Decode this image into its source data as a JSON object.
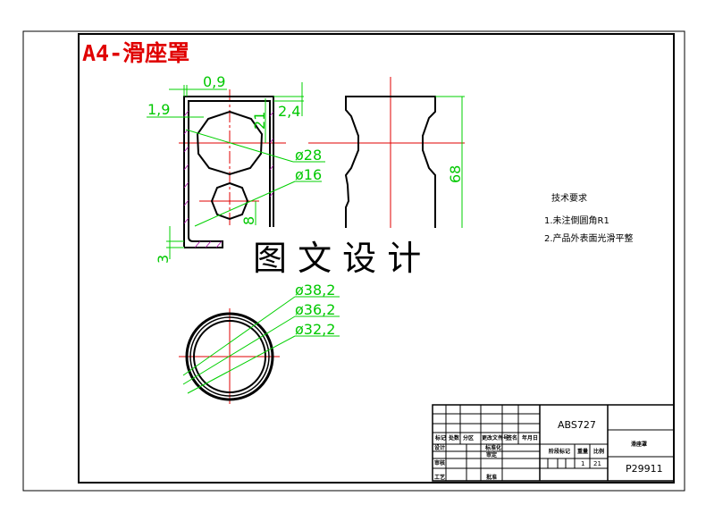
{
  "title": "A4-滑座罩",
  "watermark": "图 文 设 计",
  "dimensions": {
    "d1": "0,9",
    "d2": "1,9",
    "d3": "2,4",
    "d4": "21",
    "d5": "ø28",
    "d6": "ø16",
    "d7": "8",
    "d8": "3",
    "d9": "68",
    "d10": "ø38,2",
    "d11": "ø36,2",
    "d12": "ø32,2"
  },
  "tech_requirements": {
    "heading": "技术要求",
    "items": [
      "1.未注倒圆角R1",
      "2.产品外表面光滑平整"
    ]
  },
  "title_block": {
    "material": "ABS727",
    "part_name": "滑座罩",
    "drawing_no": "P29911",
    "headers": [
      "标记",
      "处数",
      "分区",
      "更改文件号",
      "签名",
      "年月日"
    ],
    "row_labels": [
      "设计",
      "审核",
      "工艺"
    ],
    "mid_labels": [
      "标准化",
      "审定",
      "批准"
    ],
    "stage_label": "阶段标记",
    "weight_label": "重量",
    "scale_label": "比例",
    "weight": "1",
    "scale": "21"
  },
  "colors": {
    "dimension": "#00d000",
    "centerline": "#e00000",
    "title": "#e00000",
    "hatch": "#a000a0"
  }
}
